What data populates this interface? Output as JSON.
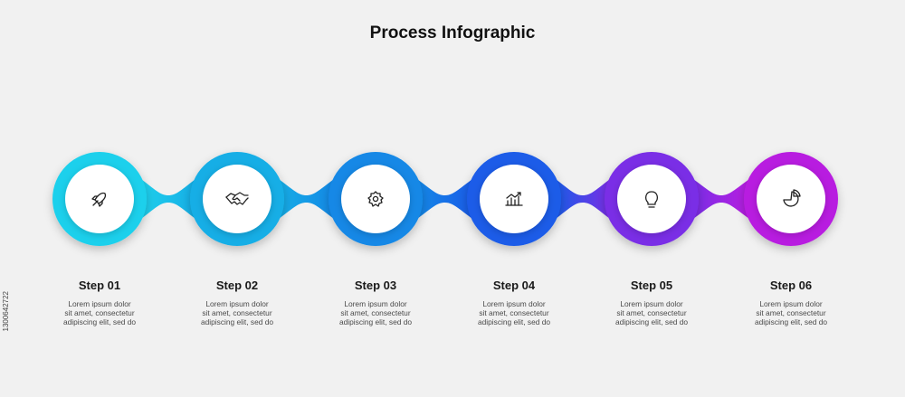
{
  "title": "Process Infographic",
  "watermark": "1300642722",
  "steps": [
    {
      "label": "Step 01",
      "lines": [
        "Lorem ipsum dolor",
        "sit amet, consectetur",
        "adipiscing elit, sed do"
      ],
      "icon": "rocket-icon",
      "color": "#1fd0ec"
    },
    {
      "label": "Step 02",
      "lines": [
        "Lorem ipsum dolor",
        "sit amet, consectetur",
        "adipiscing elit, sed do"
      ],
      "icon": "handshake-icon",
      "color": "#16aee6"
    },
    {
      "label": "Step 03",
      "lines": [
        "Lorem ipsum dolor",
        "sit amet, consectetur",
        "adipiscing elit, sed do"
      ],
      "icon": "gear-icon",
      "color": "#1488e6"
    },
    {
      "label": "Step 04",
      "lines": [
        "Lorem ipsum dolor",
        "sit amet, consectetur",
        "adipiscing elit, sed do"
      ],
      "icon": "bar-chart-icon",
      "color": "#1a5ce8"
    },
    {
      "label": "Step 05",
      "lines": [
        "Lorem ipsum dolor",
        "sit amet, consectetur",
        "adipiscing elit, sed do"
      ],
      "icon": "lightbulb-icon",
      "color": "#7a2ee6"
    },
    {
      "label": "Step 06",
      "lines": [
        "Lorem ipsum dolor",
        "sit amet, consectetur",
        "adipiscing elit, sed do"
      ],
      "icon": "pie-chart-icon",
      "color": "#b81ee0"
    }
  ]
}
